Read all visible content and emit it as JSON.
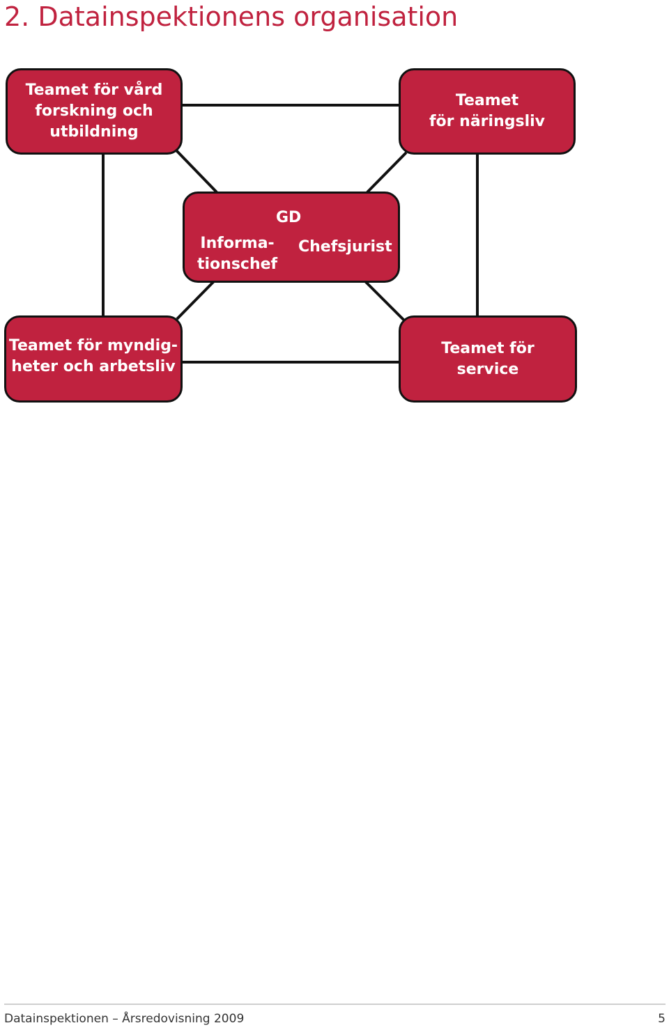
{
  "page": {
    "title": "2. Datainspektionens organisation",
    "footer_text": "Datainspektionen – Årsredovisning 2009",
    "page_number": "5"
  },
  "colors": {
    "accent": "#c0223f",
    "box_fill": "#c0223f",
    "box_border": "#111111",
    "connector": "#111111",
    "footer_rule": "#cfcfcf"
  },
  "org_chart": {
    "team_top_left": "Teamet för vård\nforskning och\nutbildning",
    "team_top_right": "Teamet\nför näringsliv",
    "center": {
      "gd": "GD",
      "information": "Informa-\ntionschef",
      "legal": "Chefsjurist"
    },
    "team_bottom_left": "Teamet för myndig-\nheter och arbetsliv",
    "team_bottom_right": "Teamet för\nservice"
  }
}
